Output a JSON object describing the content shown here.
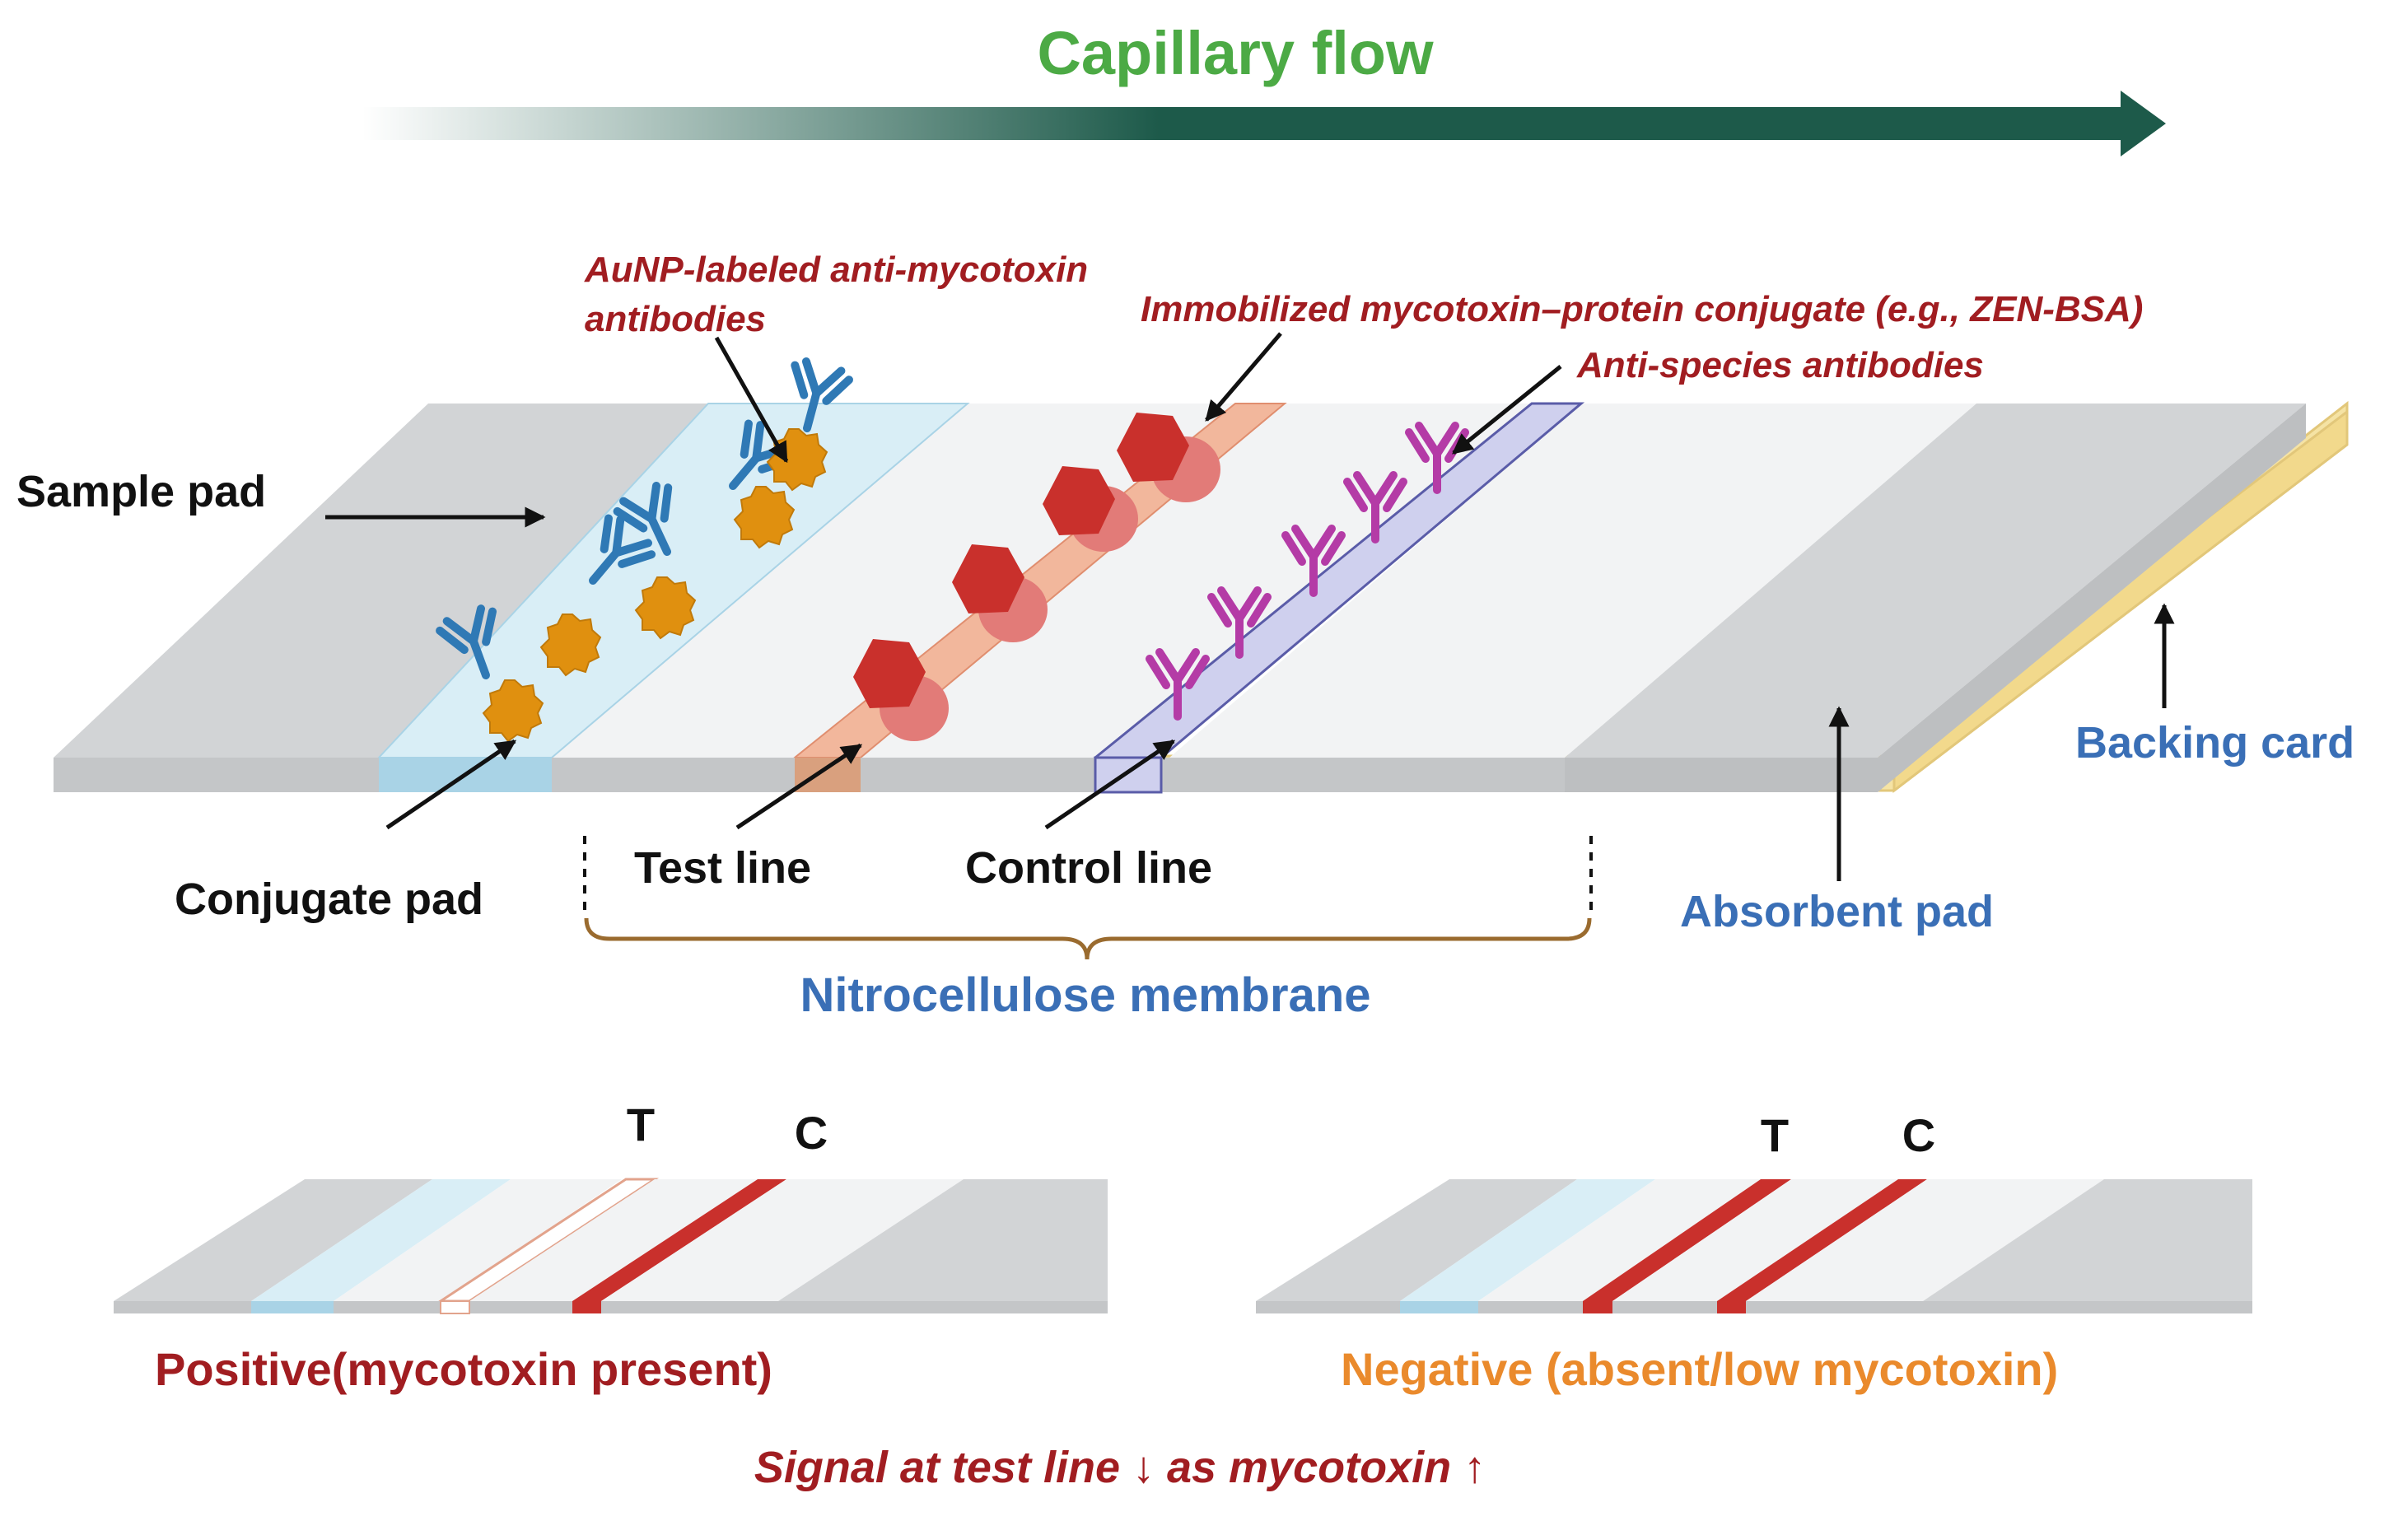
{
  "title": "Capillary flow",
  "labels": {
    "aunp_antibodies_line1": "AuNP-labeled anti-mycotoxin",
    "aunp_antibodies_line2": "antibodies",
    "immobilized_conjugate": "Immobilized mycotoxin–protein conjugate (e.g., ZEN-BSA)",
    "anti_species": "Anti-species antibodies",
    "sample_pad": "Sample pad",
    "backing_card": "Backing card",
    "conjugate_pad": "Conjugate pad",
    "test_line": "Test line",
    "control_line": "Control line",
    "absorbent_pad": "Absorbent pad",
    "nitrocellulose": "Nitrocellulose membrane"
  },
  "results": {
    "positive": {
      "t": "T",
      "c": "C",
      "caption": "Positive(mycotoxin present)"
    },
    "negative": {
      "t": "T",
      "c": "C",
      "caption": "Negative (absent/low mycotoxin)"
    }
  },
  "footer": "Signal at test line ↓ as mycotoxin ↑",
  "colors": {
    "title_green": "#4caa45",
    "flow_arrow": "#1d5a4a",
    "label_red": "#a11d21",
    "label_blue": "#3a6fb6",
    "orange_caption": "#ea8a2c",
    "gold_particle": "#e0900f",
    "antibody_blue": "#2f79b5",
    "antibody_purple": "#b43ba6",
    "conjugate_red": "#c9302c",
    "backing_yellow": "#f5e3a4"
  }
}
